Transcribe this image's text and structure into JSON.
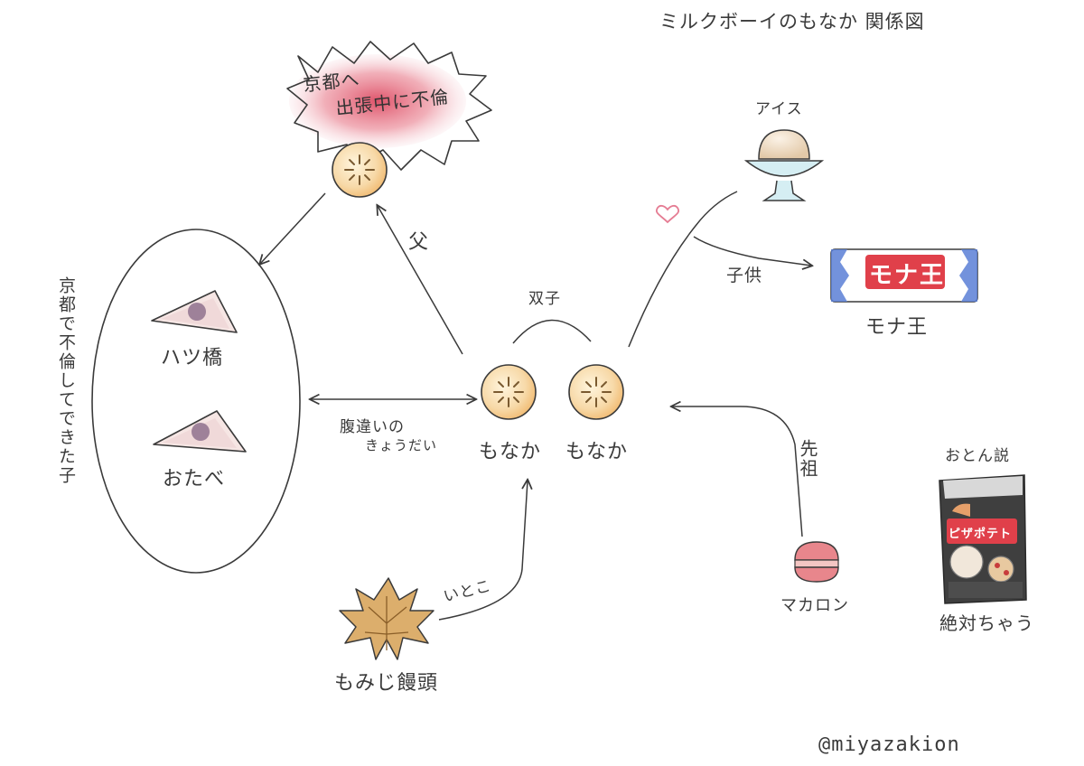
{
  "title": "ミルクボーイのもなか 関係図",
  "burst": {
    "line1": "京都へ",
    "line2": "出張中に不倫"
  },
  "labels": {
    "father": "父",
    "twins": "双子",
    "half_siblings_line1": "腹違いの",
    "half_siblings_line2": "きょうだい",
    "cousin": "いとこ",
    "ancestor": "先祖",
    "child": "子供",
    "ice": "アイス",
    "ice_heart": "♥",
    "affair_child_vertical": "京都で不倫してできた子",
    "rumor": "おとん説",
    "absolutely_not": "絶対ちゃう"
  },
  "nodes": {
    "monaka1": "もなか",
    "monaka2": "もなか",
    "yatsuhashi": "ハツ橋",
    "otabe": "おたべ",
    "momiji": "もみじ饅頭",
    "macaron": "マカロン",
    "monaoh": "モナ王",
    "monaoh_package": "モナ王",
    "pizza_package": "ピザポテト"
  },
  "credit": "@miyazakion",
  "colors": {
    "ink": "#3a3a3a",
    "monaka_fill": "#f7d9a8",
    "monaka_shadow": "#f0b466",
    "burst_red": "#e0546a",
    "macaron_pink": "#e8868c",
    "momiji_brown": "#d9a35c",
    "monaoh_blue": "#5b7fd6",
    "monaoh_red": "#e0404a",
    "heart_pink": "#e57c93",
    "yatsuhashi_pink": "#f1dede",
    "anko_purple": "#8a6a88"
  }
}
